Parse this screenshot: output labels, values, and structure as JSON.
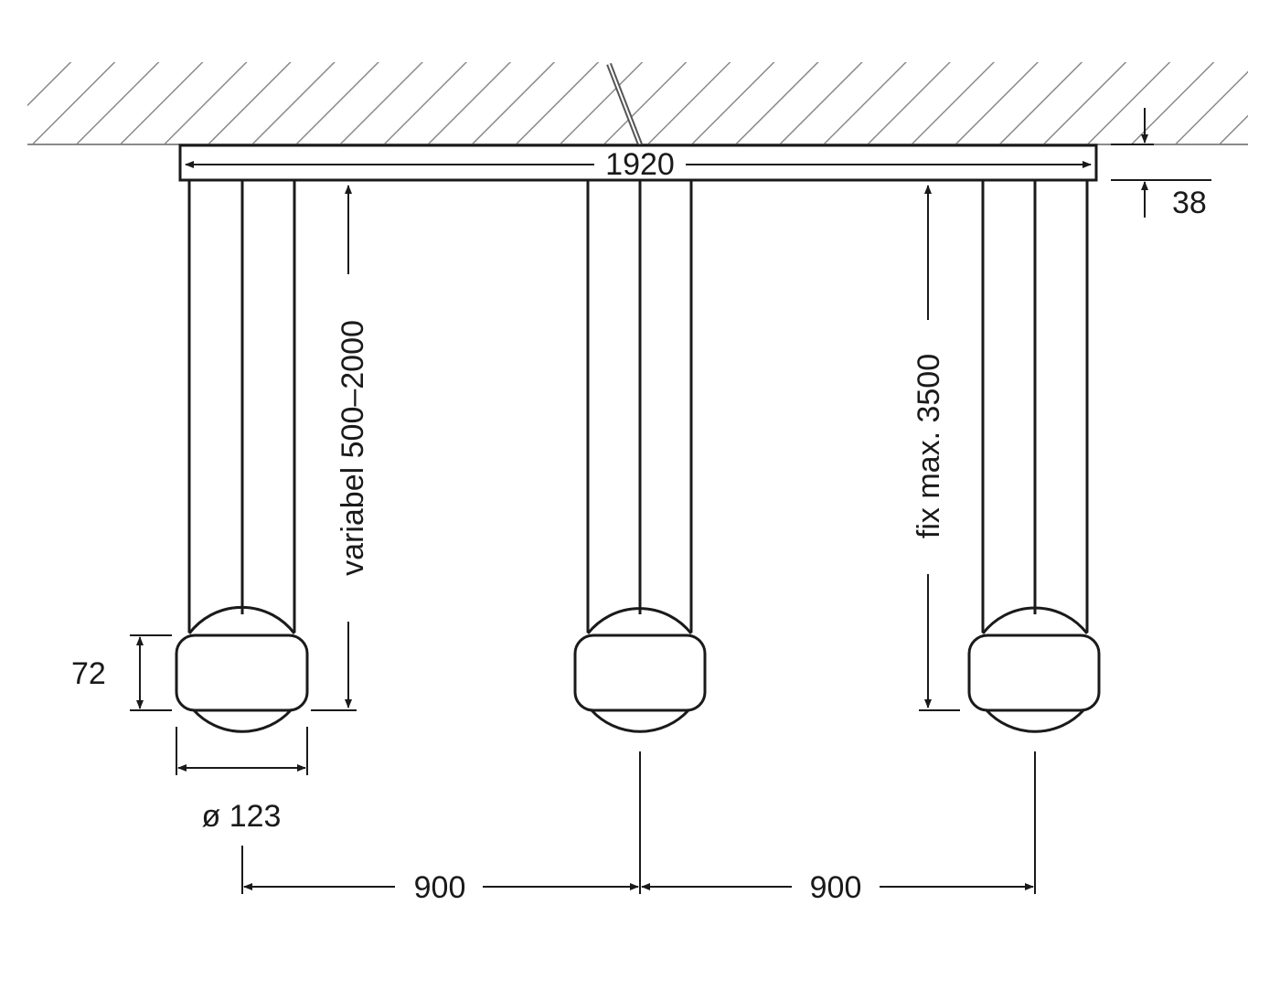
{
  "labels": {
    "canopy_length": "1920",
    "canopy_height": "38",
    "pendant_height_variable": "variabel 500–2000",
    "pendant_height_fixed": "fix max. 3500",
    "head_height": "72",
    "head_diameter": "ø 123",
    "spacing_left": "900",
    "spacing_right": "900"
  },
  "colors": {
    "line": "#1a1a1a",
    "background": "#ffffff"
  }
}
